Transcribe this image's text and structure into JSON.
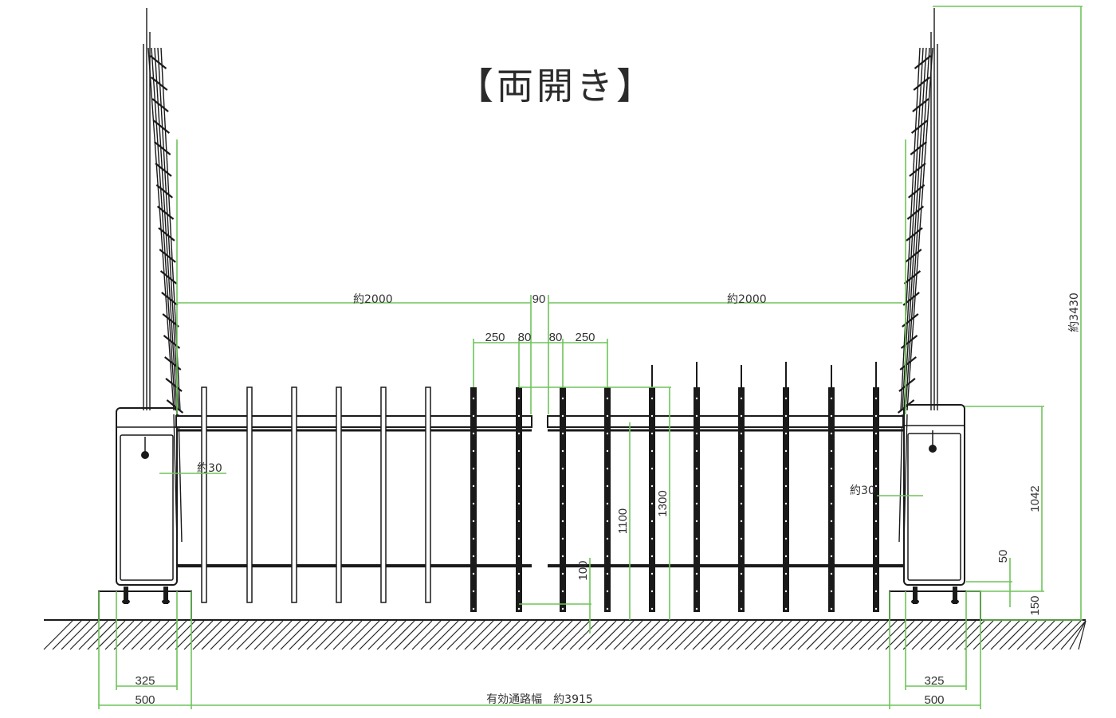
{
  "title": "【両開き】",
  "colors": {
    "line": "#1a1a1a",
    "dimension": "#6ec45a",
    "text": "#333333",
    "ground_hatch": "#222222"
  },
  "dimensions": {
    "left_span": "約2000",
    "right_span": "約2000",
    "center_gap": "90",
    "pitch_left": "250",
    "post_left": "80",
    "post_right": "80",
    "pitch_right": "250",
    "overall_height": "約3430",
    "height_1300": "1300",
    "height_1100": "1100",
    "height_100": "100",
    "height_1042": "1042",
    "height_50": "50",
    "height_150": "150",
    "left_clear": "約30",
    "right_clear": "約30",
    "left_base_inner": "325",
    "left_base_outer": "500",
    "right_base_inner": "325",
    "right_base_outer": "500",
    "effective_width": "有効通路幅　約3915"
  }
}
